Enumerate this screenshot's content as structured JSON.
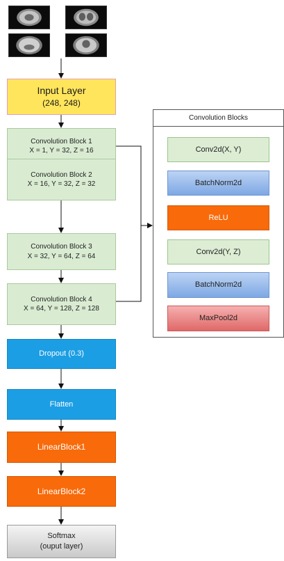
{
  "input_layer": {
    "title": "Input Layer",
    "shape": "(248, 248)"
  },
  "conv_blocks": [
    {
      "title": "Convolution Block 1",
      "params": "X = 1, Y = 32, Z = 16"
    },
    {
      "title": "Convolution Block 2",
      "params": "X = 16, Y = 32, Z = 32"
    },
    {
      "title": "Convolution Block 3",
      "params": "X = 32, Y = 64, Z = 64"
    },
    {
      "title": "Convolution Block 4",
      "params": "X = 64, Y = 128, Z = 128"
    }
  ],
  "dropout": "Dropout (0.3)",
  "flatten": "Flatten",
  "linear1": "LinearBlock1",
  "linear2": "LinearBlock2",
  "softmax": {
    "line1": "Softmax",
    "line2": "(ouput layer)"
  },
  "panel": {
    "title": "Convolution Blocks",
    "items": [
      "Conv2d(X, Y)",
      "BatchNorm2d",
      "ReLU",
      "Conv2d(Y, Z)",
      "BatchNorm2d",
      "MaxPool2d"
    ]
  }
}
